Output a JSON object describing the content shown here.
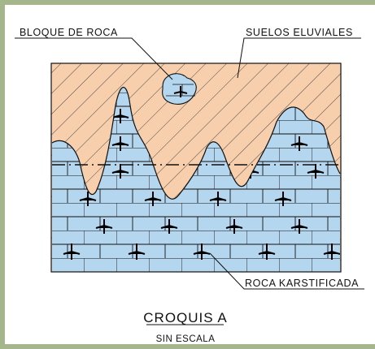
{
  "labels": {
    "bloque": "BLOQUE DE ROCA",
    "suelos": "SUELOS ELUVIALES",
    "roca": "ROCA KARSTIFICADA"
  },
  "caption": {
    "title": "CROQUIS A",
    "subtitle": "SIN ESCALA"
  },
  "colors": {
    "frame": "#a5b58c",
    "soil_fill": "#f7cfad",
    "rock_fill": "#b5d6ef",
    "line": "#111111",
    "hatch": "#333333"
  },
  "legend_icons": {
    "soil": "hatched-soil-pattern",
    "rock": "brick-rock-pattern"
  }
}
